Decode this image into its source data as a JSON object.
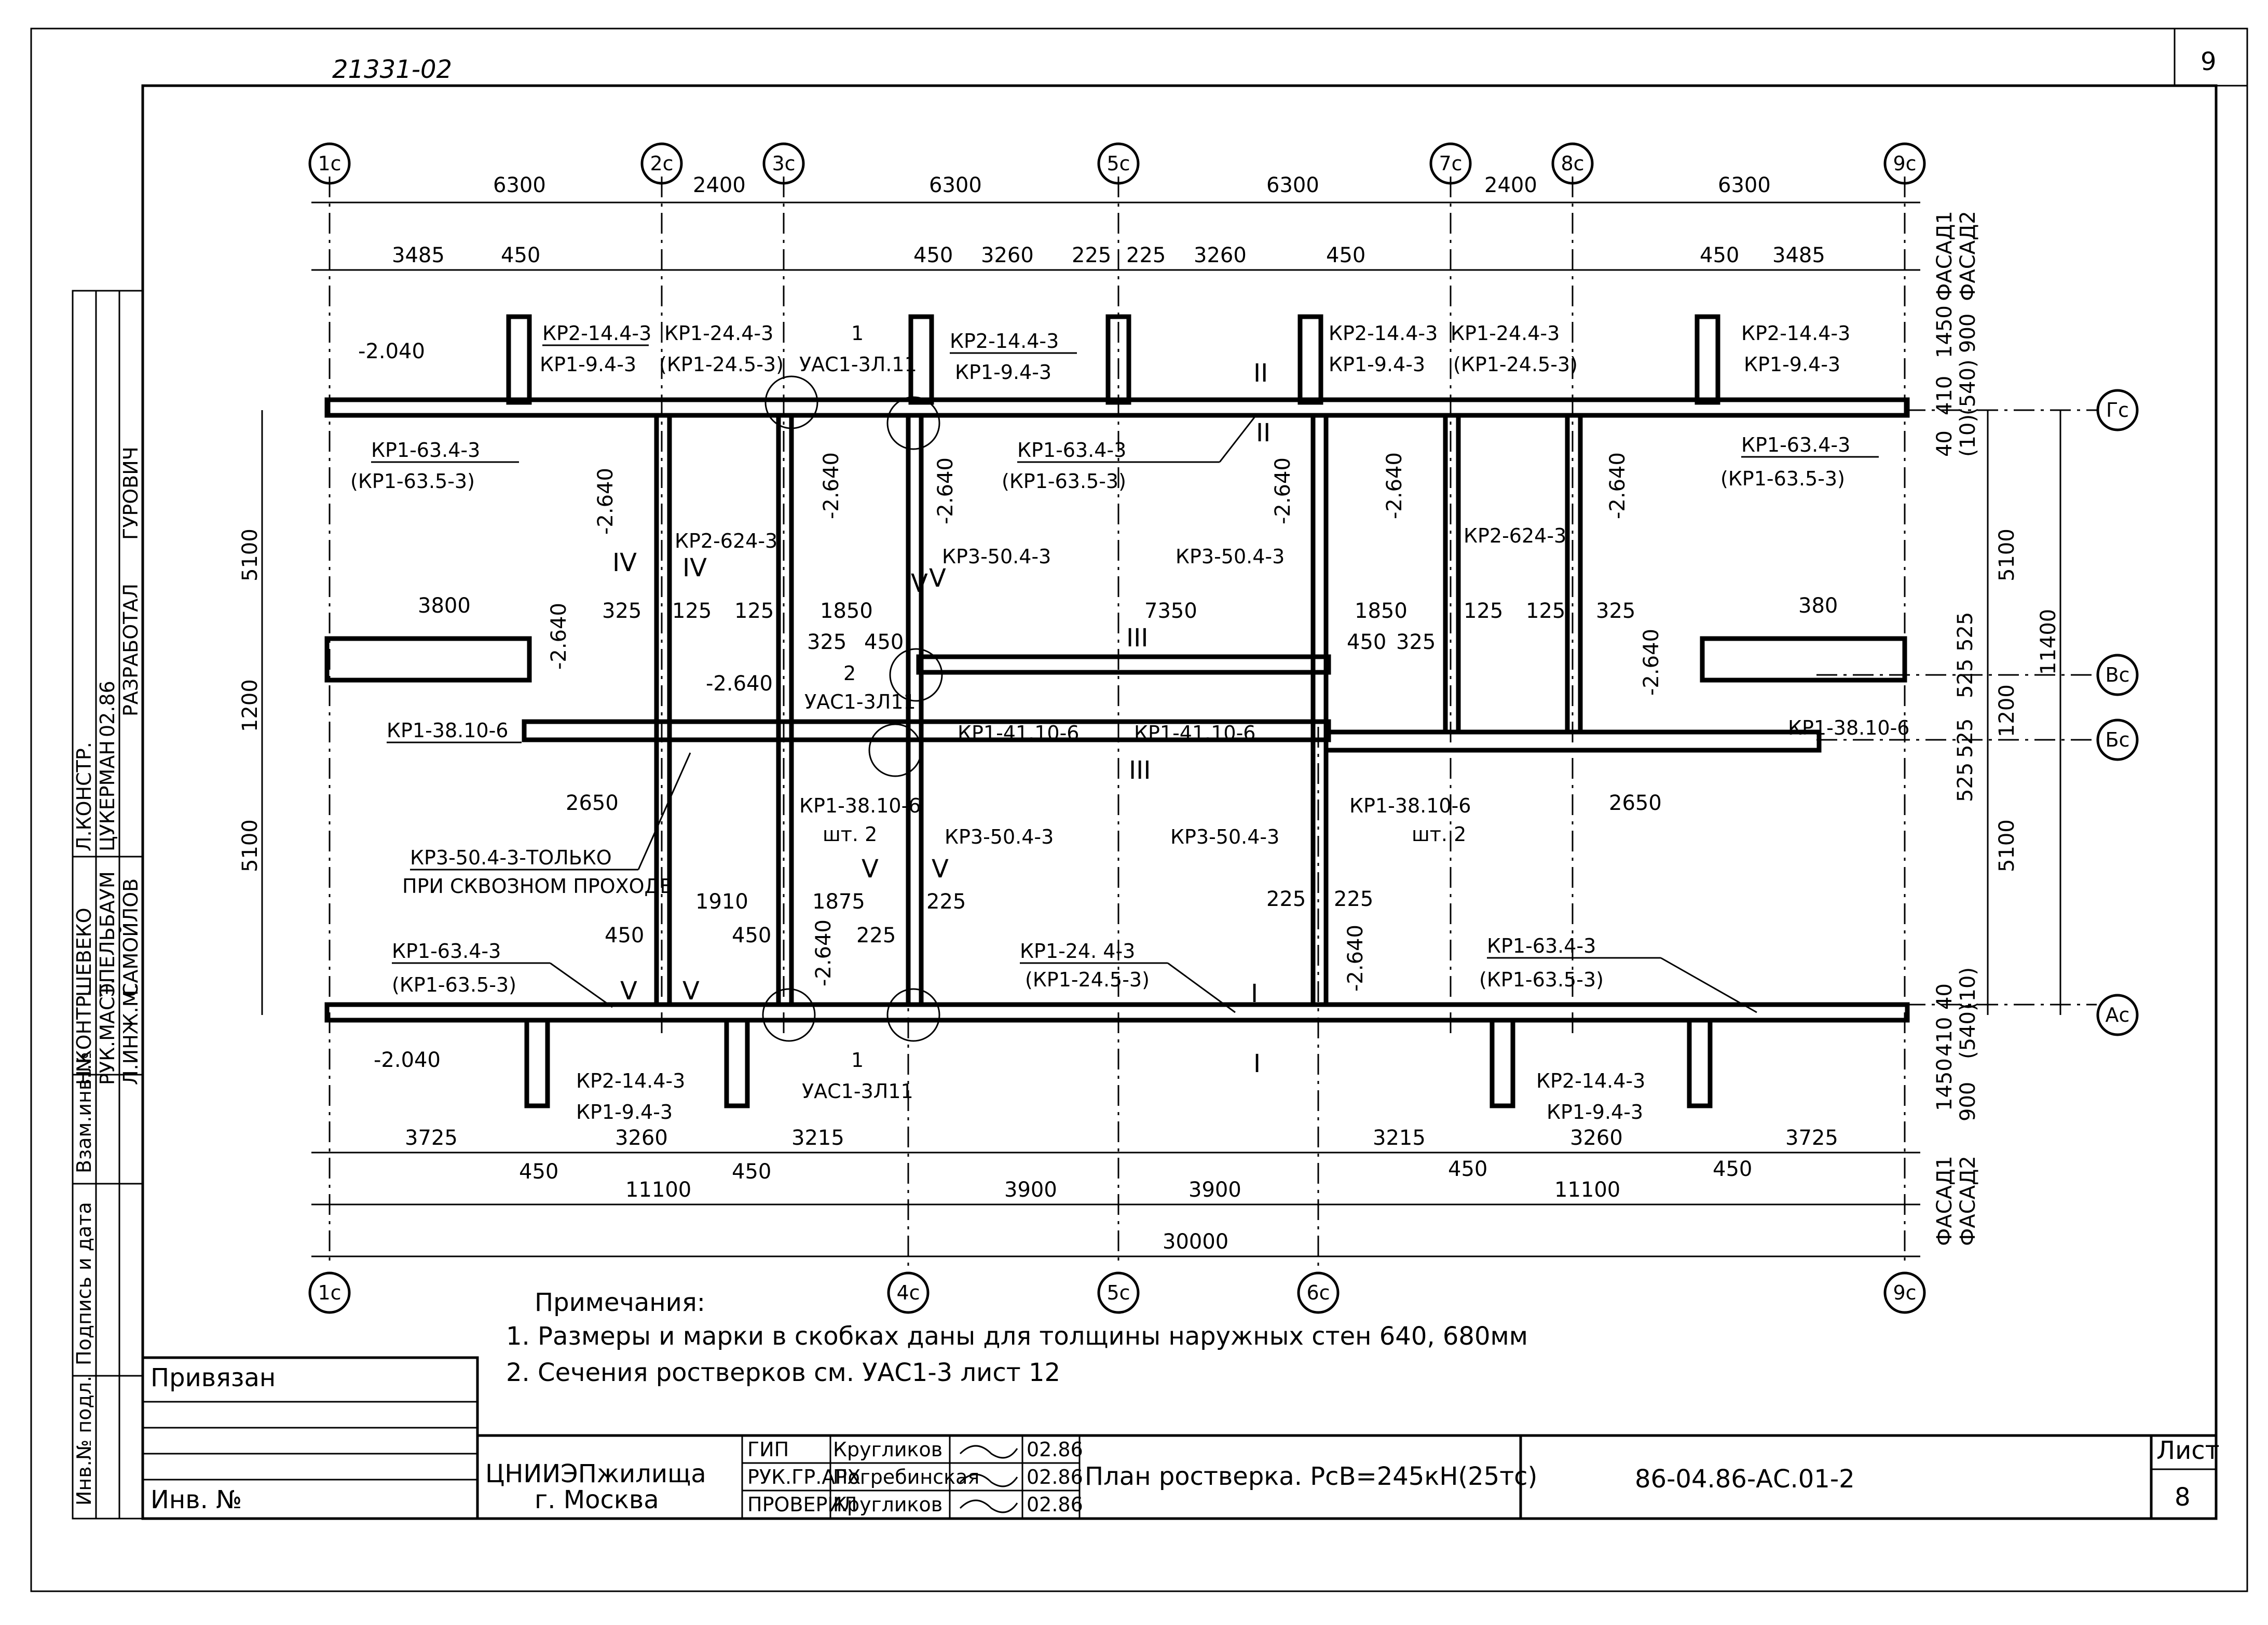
{
  "corner_number": "21331-02",
  "sheet_top_number": "9",
  "axes": {
    "top": [
      "1с",
      "2с",
      "3с",
      "5с",
      "7с",
      "8с",
      "9с"
    ],
    "bottom": [
      "1с",
      "4с",
      "5с",
      "6с",
      "9с"
    ],
    "right": [
      "Гс",
      "Вс",
      "Бс",
      "Ас"
    ]
  },
  "dims": {
    "top_spans": [
      "6300",
      "2400",
      "6300",
      "6300",
      "2400",
      "6300"
    ],
    "top_sub": [
      "3485",
      "450",
      "450",
      "3260",
      "225",
      "225",
      "3260",
      "450",
      "450",
      "3485"
    ],
    "bottom_sub": [
      "3725",
      "3260",
      "3215",
      "3215",
      "3260",
      "3725"
    ],
    "bottom_450": [
      "450",
      "450",
      "450",
      "450"
    ],
    "bottom_spans": [
      "11100",
      "3900",
      "3900",
      "11100"
    ],
    "bottom_total": "30000",
    "left_vertical": [
      "5100",
      "1200",
      "5100"
    ],
    "right_vertical": [
      "5100",
      "11400",
      "1200",
      "5100"
    ],
    "right_small_top": [
      "40",
      "410",
      "1450",
      "(10)",
      "(540)",
      "900"
    ],
    "right_small_mid": [
      "525",
      "525",
      "525",
      "525"
    ],
    "right_small_bot": [
      "40",
      "410",
      "1450",
      "(10)",
      "(540)",
      "900"
    ],
    "interior": [
      "3800",
      "325",
      "125",
      "125",
      "1850",
      "325",
      "450",
      "7350",
      "1850",
      "450",
      "325",
      "125",
      "125",
      "325",
      "380",
      "2650",
      "2650",
      "1910",
      "1875",
      "450",
      "450",
      "225",
      "225",
      "225",
      "225"
    ]
  },
  "elevations": [
    "-2.040",
    "-2.640",
    "-2.640",
    "-2.640",
    "-2.640",
    "-2.640",
    "-2.640",
    "-2.640",
    "-2.640",
    "-2.640",
    "-2.640",
    "-2.640",
    "-2.040"
  ],
  "facade_labels": [
    "ФАСАД1",
    "ФАСАД2",
    "ФАСАД1",
    "ФАСАД2"
  ],
  "marks": {
    "kr2_144": "КР2-14.4-3",
    "kr1_94": "КР1-9.4-3",
    "kr1_244": "КР1-24.4-3",
    "kr1_245": "(КР1-24.5-3)",
    "kr1_634": "КР1-63.4-3",
    "kr1_635": "(КР1-63.5-3)",
    "kr2_624": "КР2-624-3",
    "kr3_504": "КР3-50.4-3",
    "kr1_3810": "КР1-38.10-6",
    "kr1_4110": "КР1-41.10-6",
    "kr1_2414": "КР1-24. 4-3",
    "kr1_2415": "(КР1-24.5-3)",
    "uas_1": "УАС1-3Л.11",
    "uas_2": "УАС1-3Л11",
    "uas_3": "УАС1-3Л11",
    "node1": "1",
    "node2": "2",
    "pcs2": "шт. 2",
    "only_through": "КР3-50.4-3-ТОЛЬКО",
    "only_through2": "ПРИ СКВОЗНОМ ПРОХОДЕ",
    "sec_I": "I",
    "sec_II": "II",
    "sec_III": "III",
    "sec_IV": "IV",
    "sec_V": "V"
  },
  "notes": {
    "title": "Примечания:",
    "n1": "1. Размеры и марки в скобках даны для толщины наружных стен 640, 680мм",
    "n2": "2. Сечения ростверков см. УАС1-3  лист 12"
  },
  "side_stamp": {
    "rows": [
      "Н.КОНТР.",
      "ШЕВЕКО",
      "РУК.МАСТ.",
      "ЭПЕЛЬБАУМ",
      "Л.ИНЖ.М.",
      "САМОЙЛОВ",
      "Л.КОНСТР.",
      "ЦУКЕРМАН",
      "РАЗРАБОТАЛ",
      "ГУРОВИЧ"
    ],
    "date": "02.86",
    "cols": [
      "Инв.№ подл.",
      "Подпись и дата",
      "Взам.инв.№"
    ]
  },
  "title_block": {
    "privyazan": "Привязан",
    "inv": "Инв. №",
    "org1": "ЦНИИЭПжилища",
    "org2": "г. Москва",
    "roles": [
      "ГИП",
      "РУК.ГР.АРХ",
      "ПРОВЕРИЛ"
    ],
    "names": [
      "Кругликов",
      "Погребинская",
      "Кругликов"
    ],
    "dates": [
      "02.86",
      "02.86",
      "02.86"
    ],
    "title": "План ростверка. РсВ=245кН(25тс)",
    "code": "86-04.86-АС.01-2",
    "list_label": "Лист",
    "list_no": "8"
  }
}
